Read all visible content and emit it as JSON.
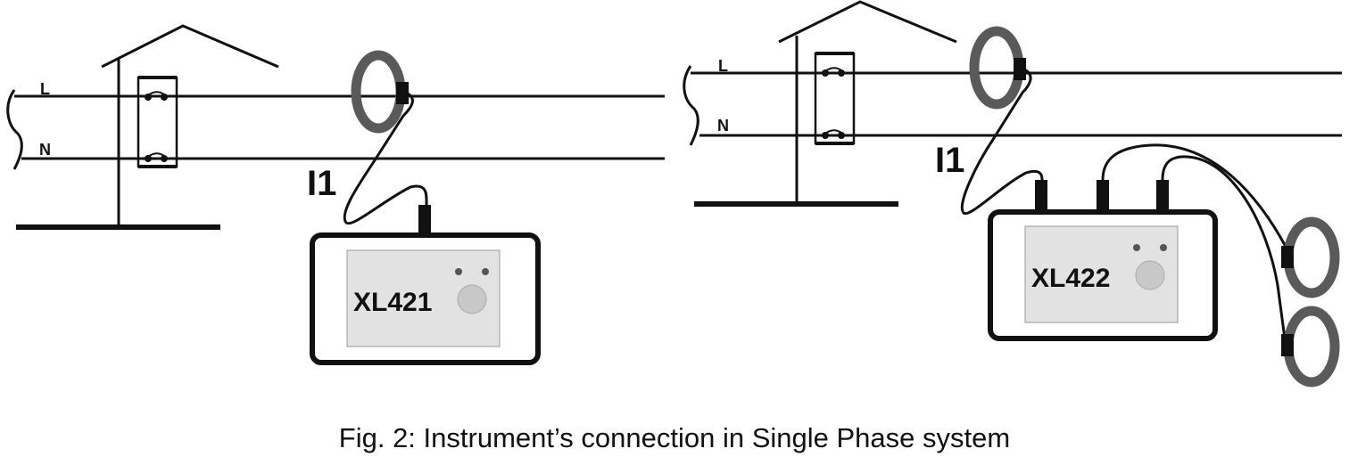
{
  "figure": {
    "caption": "Fig. 2: Instrument’s connection in Single Phase system",
    "colors": {
      "line": "#111111",
      "clamp": "#5a5a5a",
      "panel": "#e2e2e2",
      "button": "#c8c8c8"
    },
    "left_diagram": {
      "line_label": "L",
      "neutral_label": "N",
      "clamp_label": "I1",
      "instrument_model": "XL421",
      "clamp_count": 1,
      "connector_count": 1
    },
    "right_diagram": {
      "line_label": "L",
      "neutral_label": "N",
      "clamp_label": "I1",
      "instrument_model": "XL422",
      "clamp_count": 3,
      "connector_count": 3
    }
  }
}
